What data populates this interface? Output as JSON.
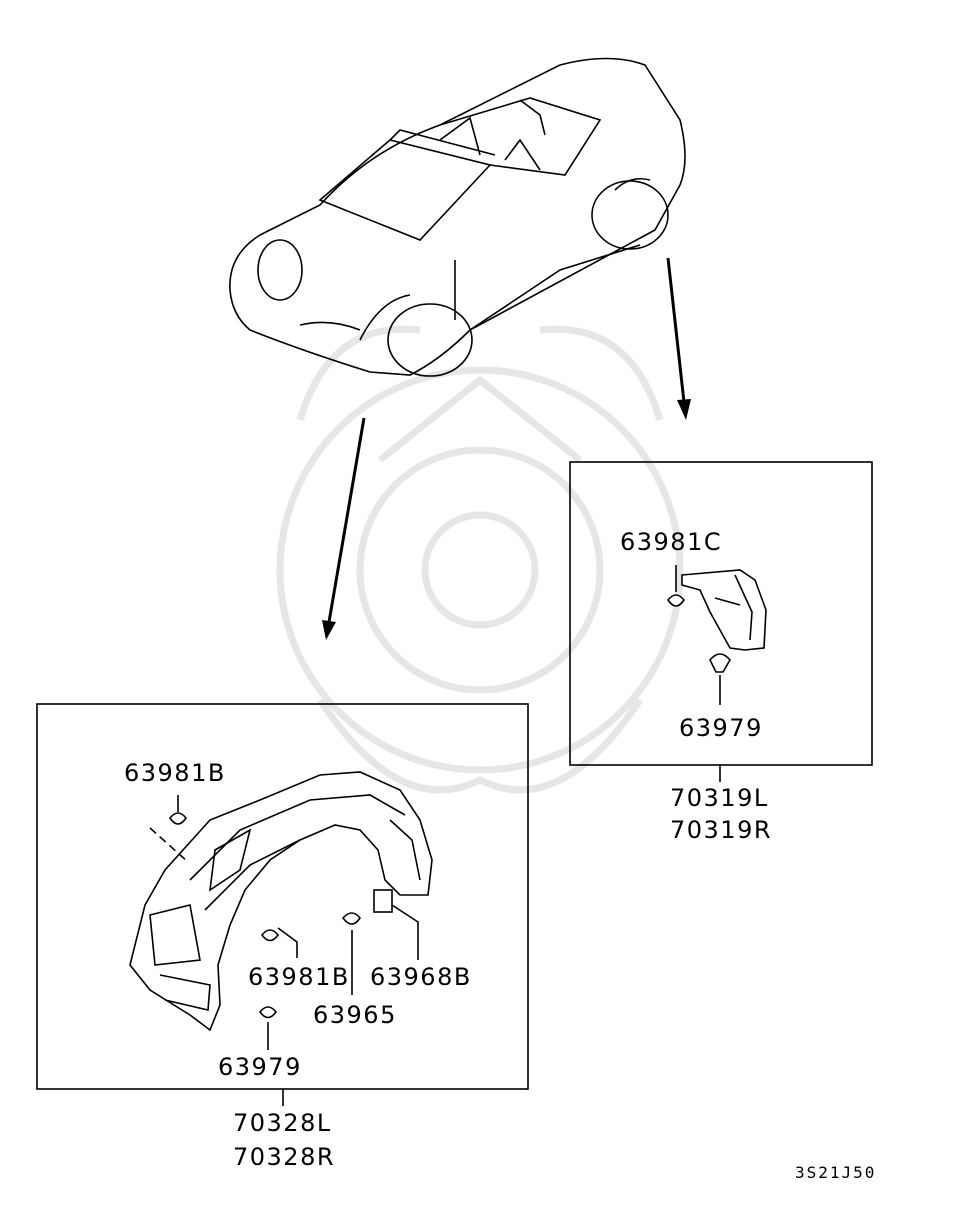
{
  "front_box": {
    "part_numbers": [
      "70328L",
      "70328R"
    ],
    "callouts": {
      "clip_top": "63981B",
      "clip_mid": "63981B",
      "screw": "63965",
      "nut": "63968B",
      "fastener_bottom": "63979"
    }
  },
  "rear_box": {
    "part_numbers": [
      "70319L",
      "70319R"
    ],
    "callouts": {
      "clip_top": "63981C",
      "fastener_bottom": "63979"
    }
  },
  "diagram_code": "3S21J50"
}
